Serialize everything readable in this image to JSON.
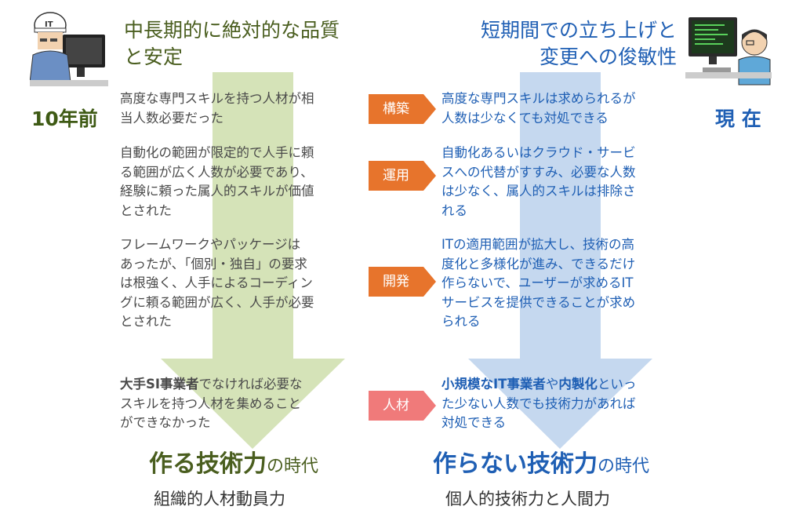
{
  "header": {
    "left_heading_1": "中長期的に絶対的な品質",
    "left_heading_2": "と安定",
    "right_heading_1": "短期間での立ち上げと",
    "right_heading_2": "変更への俊敏性"
  },
  "sides": {
    "left_label": "10年前",
    "right_label": "現 在",
    "helmet_text": "IT"
  },
  "rows": [
    {
      "tag": "構築",
      "left_lines": [
        "高度な専門スキルを持つ人材が相",
        "当人数必要だった"
      ],
      "right_lines": [
        "高度な専門スキルは求められるが",
        "人数は少なくても対処できる"
      ]
    },
    {
      "tag": "運用",
      "left_lines": [
        "自動化の範囲が限定的で人手に頼",
        "る範囲が広く人数が必要であり、",
        "経験に頼った属人的スキルが価値",
        "とされた"
      ],
      "right_lines": [
        "自動化あるいはクラウド・サービ",
        "スへの代替がすすみ、必要な人数",
        "は少なく、属人的スキルは排除さ",
        "れる"
      ]
    },
    {
      "tag": "開発",
      "left_lines": [
        "フレームワークやパッケージは",
        "あったが、「個別・独自」の要求",
        "は根強く、人手によるコーディン",
        "グに頼る範囲が広く、人手が必要",
        "とされた"
      ],
      "right_lines": [
        "ITの適用範囲が拡大し、技術の高",
        "度化と多様化が進み、できるだけ",
        "作らないで、ユーザーが求めるIT",
        "サービスを提供できることが求め",
        "られる"
      ]
    }
  ],
  "talent": {
    "tag": "人材",
    "left_bold": "大手SI事業者",
    "left_rest_1": "でなければ必要な",
    "left_line_2": "スキルを持つ人材を集めること",
    "left_line_3": "ができなかった",
    "right_bold_1": "小規模なIT事業者",
    "right_mid": "や",
    "right_bold_2": "内製化",
    "right_rest_1": "といっ",
    "right_line_2": "た少ない人数でも技術力があれば",
    "right_line_3": "対処できる"
  },
  "footer": {
    "left_big": "作る技術力",
    "left_small": "の時代",
    "left_sub": "組織的人材動員力",
    "right_big": "作らない技術力",
    "right_small": "の時代",
    "right_sub": "個人的技術力と人間力"
  },
  "colors": {
    "left_arrow": "#d5e3b8",
    "right_arrow": "#c5d8ef",
    "tag_orange": "#e7742c",
    "tag_pink": "#f07a7a",
    "left_text": "#4a5e1f",
    "right_text": "#1f5fb4"
  }
}
